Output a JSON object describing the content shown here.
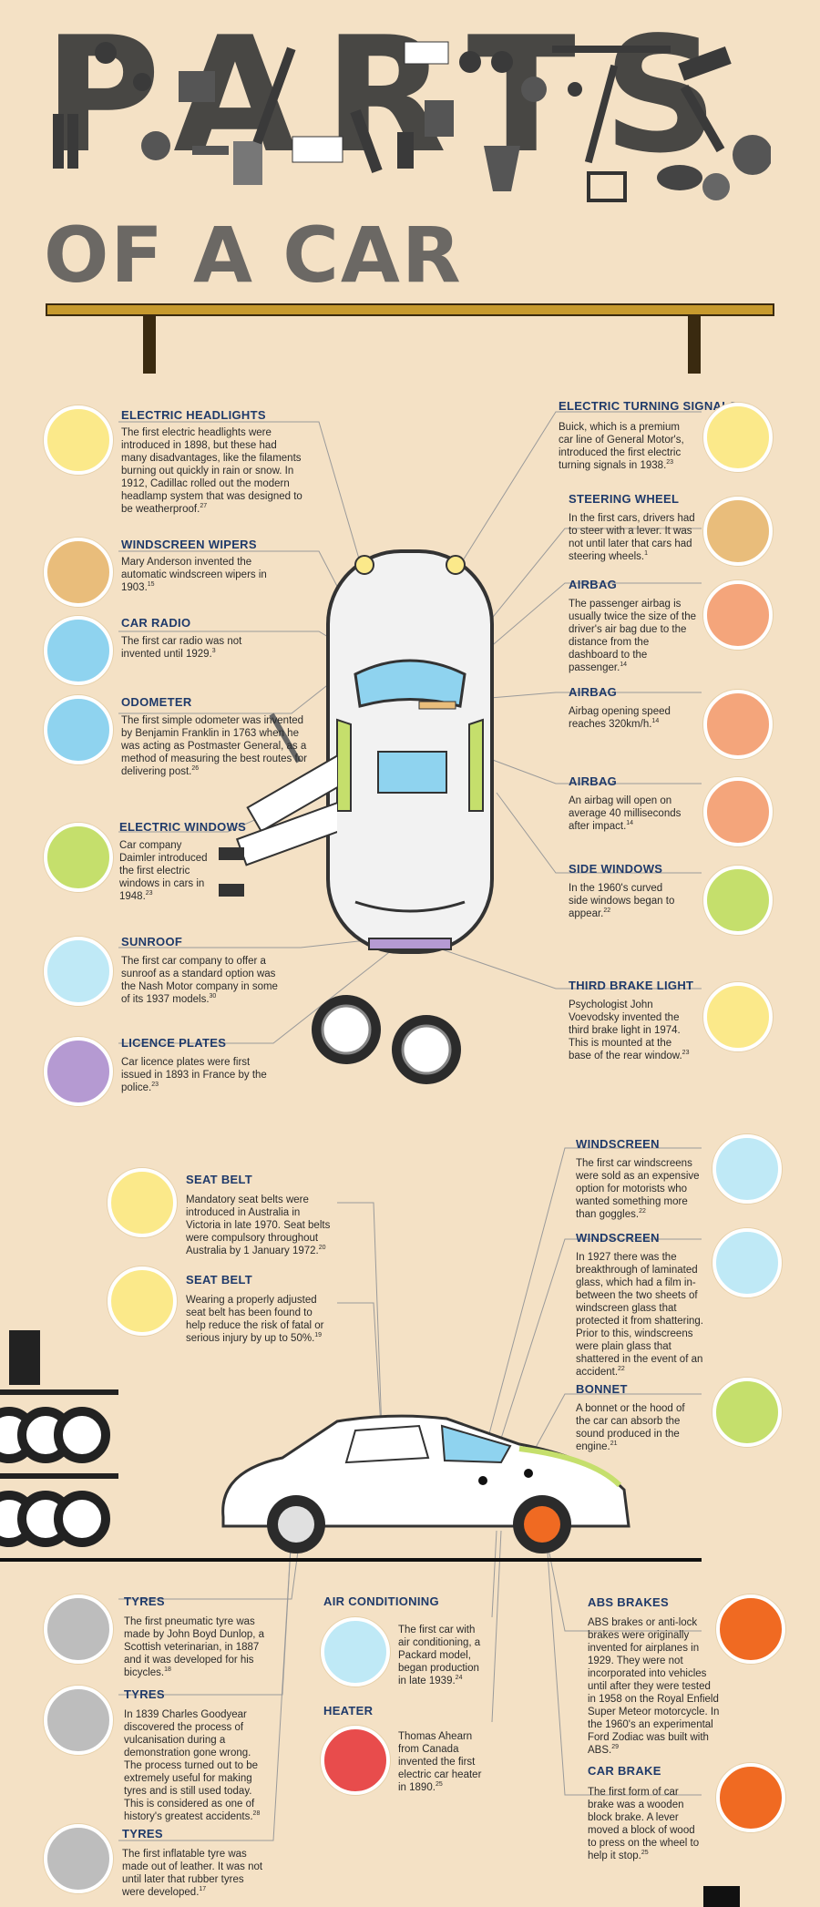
{
  "header": {
    "title_word": "PARTS",
    "subtitle": "OF A CAR"
  },
  "colors": {
    "background": "#f4e1c5",
    "heading": "#1f3a6a",
    "yellow": "#fbe98a",
    "tan": "#e9bd7b",
    "blue": "#8fd3ef",
    "green": "#c5df6c",
    "salmon": "#f4a57b",
    "lightblue": "#bfe9f6",
    "purple": "#b59ad2",
    "grey": "#bdbdbd",
    "red": "#e84c4c",
    "orange": "#f06a22"
  },
  "features": {
    "electric_headlights": {
      "title": "ELECTRIC HEADLIGHTS",
      "text": "The first electric headlights were introduced in 1898, but these had many disadvantages, like the filaments burning out quickly in rain or snow. In 1912, Cadillac rolled out the modern headlamp system that was designed to be weatherproof.",
      "ref": "27"
    },
    "windscreen_wipers": {
      "title": "WINDSCREEN WIPERS",
      "text": "Mary Anderson invented the automatic windscreen wipers in 1903.",
      "ref": "15"
    },
    "car_radio": {
      "title": "CAR RADIO",
      "text": "The first car radio was not invented until 1929.",
      "ref": "3"
    },
    "odometer": {
      "title": "ODOMETER",
      "text": "The first simple odometer was invented by Benjamin Franklin in 1763 when he was acting as Postmaster General, as a method of measuring the best routes for delivering post.",
      "ref": "26"
    },
    "electric_windows": {
      "title": "ELECTRIC WINDOWS",
      "text": "Car company Daimler introduced the first electric windows in cars in 1948.",
      "ref": "23"
    },
    "sunroof": {
      "title": "SUNROOF",
      "text": "The first car company to offer a sunroof as a standard option was the Nash Motor company in some of its 1937 models.",
      "ref": "30"
    },
    "licence_plates": {
      "title": "LICENCE PLATES",
      "text": "Car licence plates were first issued in 1893 in France by the police.",
      "ref": "23"
    },
    "electric_turning_signals": {
      "title": "ELECTRIC TURNING SIGNALS",
      "text": "Buick, which is a premium car line of General Motor's, introduced the first electric turning signals in 1938.",
      "ref": "23"
    },
    "steering_wheel": {
      "title": "STEERING WHEEL",
      "text": "In the first cars, drivers had to steer with a lever. It was not until later that cars had steering wheels.",
      "ref": "1"
    },
    "airbag_1": {
      "title": "AIRBAG",
      "text": "The passenger airbag is usually twice the size of the driver's air bag due to the distance from the dashboard to the passenger.",
      "ref": "14"
    },
    "airbag_2": {
      "title": "AIRBAG",
      "text": "Airbag opening speed reaches 320km/h.",
      "ref": "14"
    },
    "airbag_3": {
      "title": "AIRBAG",
      "text": "An airbag will open on average 40 milliseconds after impact.",
      "ref": "14"
    },
    "side_windows": {
      "title": "SIDE WINDOWS",
      "text": "In the 1960's curved side windows began to appear.",
      "ref": "22"
    },
    "third_brake_light": {
      "title": "THIRD BRAKE LIGHT",
      "text": "Psychologist John Voevodsky invented the third brake light in 1974. This is mounted at the base of the rear window.",
      "ref": "23"
    },
    "seat_belt_1": {
      "title": "SEAT BELT",
      "text": "Mandatory seat belts were introduced in Australia in Victoria in late 1970. Seat belts were compulsory throughout Australia by 1 January 1972.",
      "ref": "20"
    },
    "seat_belt_2": {
      "title": "SEAT BELT",
      "text": "Wearing a properly adjusted seat belt has been found to help reduce the risk of fatal or serious injury by up to 50%.",
      "ref": "19"
    },
    "windscreen_1": {
      "title": "WINDSCREEN",
      "text": "The first car windscreens were sold as an expensive option for motorists who wanted something more than goggles.",
      "ref": "22"
    },
    "windscreen_2": {
      "title": "WINDSCREEN",
      "text": "In 1927 there was the breakthrough of laminated glass, which had a film in-between the two sheets of windscreen glass that protected it from shattering. Prior to this, windscreens were plain glass that shattered in the event of an accident.",
      "ref": "22"
    },
    "bonnet": {
      "title": "BONNET",
      "text": "A bonnet or the hood of the car can absorb the sound produced in the engine.",
      "ref": "21"
    },
    "tyres_1": {
      "title": "TYRES",
      "text": "The first pneumatic tyre was made by John Boyd Dunlop, a Scottish veterinarian, in 1887 and it was developed for his bicycles.",
      "ref": "18"
    },
    "tyres_2": {
      "title": "TYRES",
      "text": "In 1839 Charles Goodyear discovered the process of vulcanisation during a demonstration gone wrong. The process turned out to be extremely useful for making tyres and is still used today. This is considered as one of history's greatest accidents.",
      "ref": "28"
    },
    "tyres_3": {
      "title": "TYRES",
      "text": "The first inflatable tyre was made out of leather. It was not until later that rubber tyres were developed.",
      "ref": "17"
    },
    "air_conditioning": {
      "title": "AIR CONDITIONING",
      "text": "The first car with air conditioning, a Packard model, began production in late 1939.",
      "ref": "24"
    },
    "heater": {
      "title": "HEATER",
      "text": "Thomas Ahearn from Canada invented the first electric car heater in 1890.",
      "ref": "25"
    },
    "abs_brakes": {
      "title": "ABS BRAKES",
      "text": "ABS brakes or anti-lock brakes were originally invented for airplanes in 1929. They were not incorporated into vehicles until after they were tested in 1958 on the Royal Enfield Super Meteor motorcycle. In the 1960's an experimental Ford Zodiac was built with ABS.",
      "ref": "29"
    },
    "car_brake": {
      "title": "CAR BRAKE",
      "text": "The first form of car brake was a wooden block brake. A lever moved a block of wood to press on the wheel to help it stop.",
      "ref": "25"
    }
  }
}
